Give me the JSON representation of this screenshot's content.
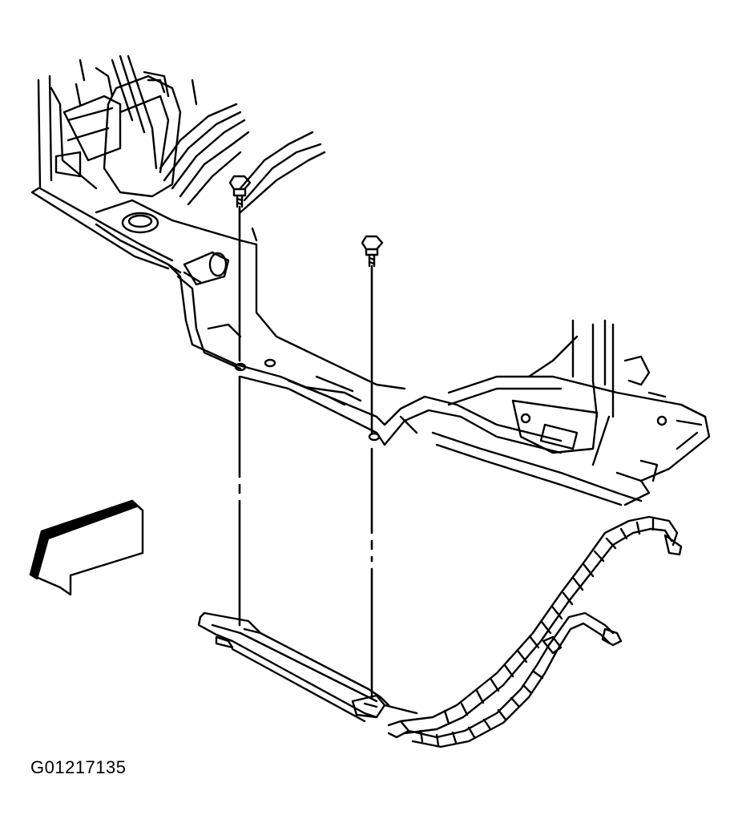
{
  "figure": {
    "id_label": "G01217135",
    "ink_color": "#000000",
    "paper_color": "#ffffff",
    "components": [
      "crossmember",
      "bolt",
      "alignment-line",
      "cooler-line-bracket",
      "cooler-hose",
      "cooler-tube",
      "view-direction-arrow"
    ]
  }
}
